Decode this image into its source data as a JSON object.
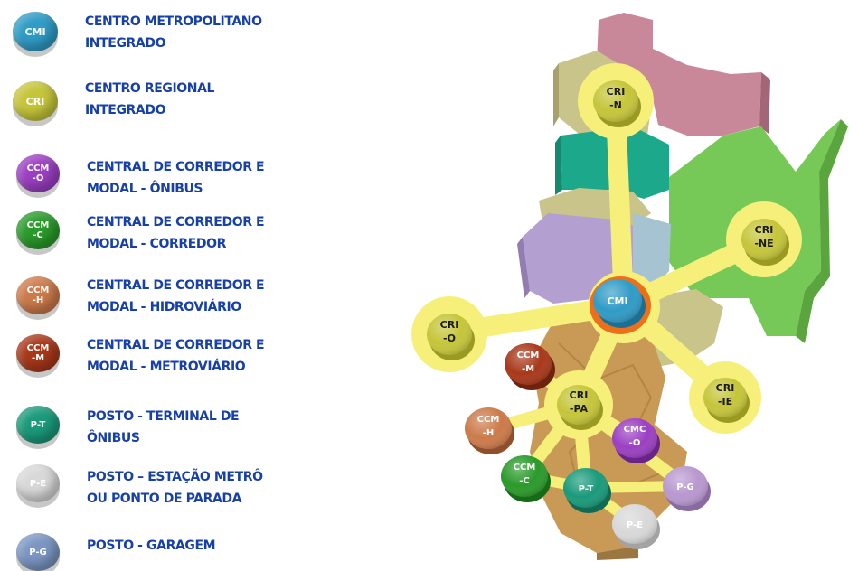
{
  "legend": [
    {
      "abbr": "CMI",
      "color": "#2f9bc6",
      "text_color": "#ffffff",
      "line1": "CENTRO METROPOLITANO",
      "line2": "INTEGRADO"
    },
    {
      "abbr": "CRI",
      "color": "#c5c53a",
      "text_color": "#ffffff",
      "line1": "CENTRO REGIONAL",
      "line2": "INTEGRADO"
    },
    {
      "abbr": "CCM -O",
      "color": "#9b3fc2",
      "text_color": "#ffffff",
      "line1": "CENTRAL DE CORREDOR E",
      "line2": "MODAL - ÔNIBUS"
    },
    {
      "abbr": "CCM -C",
      "color": "#2a9a2a",
      "text_color": "#ffffff",
      "line1": "CENTRAL DE CORREDOR E",
      "line2": "MODAL - CORREDOR"
    },
    {
      "abbr": "CCM -H",
      "color": "#cc7a4a",
      "text_color": "#ffffff",
      "line1": "CENTRAL DE CORREDOR E",
      "line2": "MODAL - HIDROVIÁRIO"
    },
    {
      "abbr": "CCM -M",
      "color": "#a8381a",
      "text_color": "#ffffff",
      "line1": "CENTRAL DE CORREDOR E",
      "line2": "MODAL - METROVIÁRIO"
    },
    {
      "abbr": "P-T",
      "color": "#1a9a7a",
      "text_color": "#ffffff",
      "line1": "POSTO - TERMINAL DE",
      "line2": "ÔNIBUS"
    },
    {
      "abbr": "P-E",
      "color": "#d8d8d8",
      "text_color": "#ffffff",
      "line1": "POSTO – ESTAÇÃO METRÔ",
      "line2": "OU PONTO DE PARADA"
    },
    {
      "abbr": "P-G",
      "color": "#7a96c2",
      "text_color": "#ffffff",
      "line1": "POSTO - GARAGEM",
      "line2": ""
    }
  ],
  "nodes": [
    {
      "id": "cmi",
      "label": "CMI",
      "color": "#2f9bc6",
      "text_color": "#ffffff"
    },
    {
      "id": "cri-n",
      "label": "CRI -N",
      "color": "#c5c53a",
      "text_color": "#1a1a1a"
    },
    {
      "id": "cri-ne",
      "label": "CRI -NE",
      "color": "#c5c53a",
      "text_color": "#1a1a1a"
    },
    {
      "id": "cri-o",
      "label": "CRI -O",
      "color": "#c5c53a",
      "text_color": "#1a1a1a"
    },
    {
      "id": "cri-ie",
      "label": "CRI -IE",
      "color": "#c5c53a",
      "text_color": "#1a1a1a"
    },
    {
      "id": "cri-pa",
      "label": "CRI -PA",
      "color": "#c5c53a",
      "text_color": "#1a1a1a"
    },
    {
      "id": "ccm-m",
      "label": "CCM -M",
      "color": "#a8381a",
      "text_color": "#ffffff"
    },
    {
      "id": "ccm-h",
      "label": "CCM -H",
      "color": "#cc7a4a",
      "text_color": "#ffffff"
    },
    {
      "id": "cmc-o",
      "label": "CMC -O",
      "color": "#9b3fc2",
      "text_color": "#ffffff"
    },
    {
      "id": "ccm-c",
      "label": "CCM -C",
      "color": "#2a9a2a",
      "text_color": "#ffffff"
    },
    {
      "id": "p-t",
      "label": "P-T",
      "color": "#1a9a7a",
      "text_color": "#ffffff"
    },
    {
      "id": "p-g",
      "label": "P-G",
      "color": "#b898cf",
      "text_color": "#ffffff"
    },
    {
      "id": "p-e",
      "label": "P-E",
      "color": "#d8d8d8",
      "text_color": "#ffffff"
    }
  ],
  "colors": {
    "link": "#f6f07a",
    "halo": "#f6f07a",
    "cmi_ring": "#ee6f1a",
    "region_pink": "#c9879a",
    "region_khaki": "#c8c48a",
    "region_teal": "#1ca88a",
    "region_green": "#76c957",
    "region_lilac": "#b4a0d0",
    "region_brown": "#c99a55",
    "region_lightblue": "#a6c3d2"
  }
}
